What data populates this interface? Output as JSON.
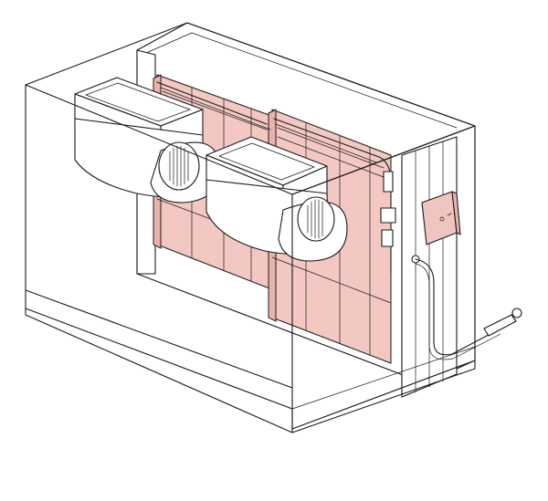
{
  "colors": {
    "line": "#1a1a1a",
    "background": "#ffffff",
    "coil_fill": "#f3c8c2",
    "coil_fill_dark": "#e9b3ac",
    "control_box_fill": "#f1c5bf",
    "valve_fill": "#eeeeee"
  },
  "components": [
    {
      "id": "cabinet-housing",
      "icon": "open-box-outline"
    },
    {
      "id": "blower-fan-left",
      "icon": "centrifugal-blower"
    },
    {
      "id": "blower-fan-right",
      "icon": "centrifugal-blower"
    },
    {
      "id": "heating-coil-left",
      "icon": "coil-panel"
    },
    {
      "id": "heating-coil-right",
      "icon": "coil-panel"
    },
    {
      "id": "control-box",
      "icon": "electrical-enclosure"
    },
    {
      "id": "supply-piping",
      "icon": "pipe-run"
    },
    {
      "id": "valve-assembly",
      "icon": "control-valve"
    }
  ]
}
